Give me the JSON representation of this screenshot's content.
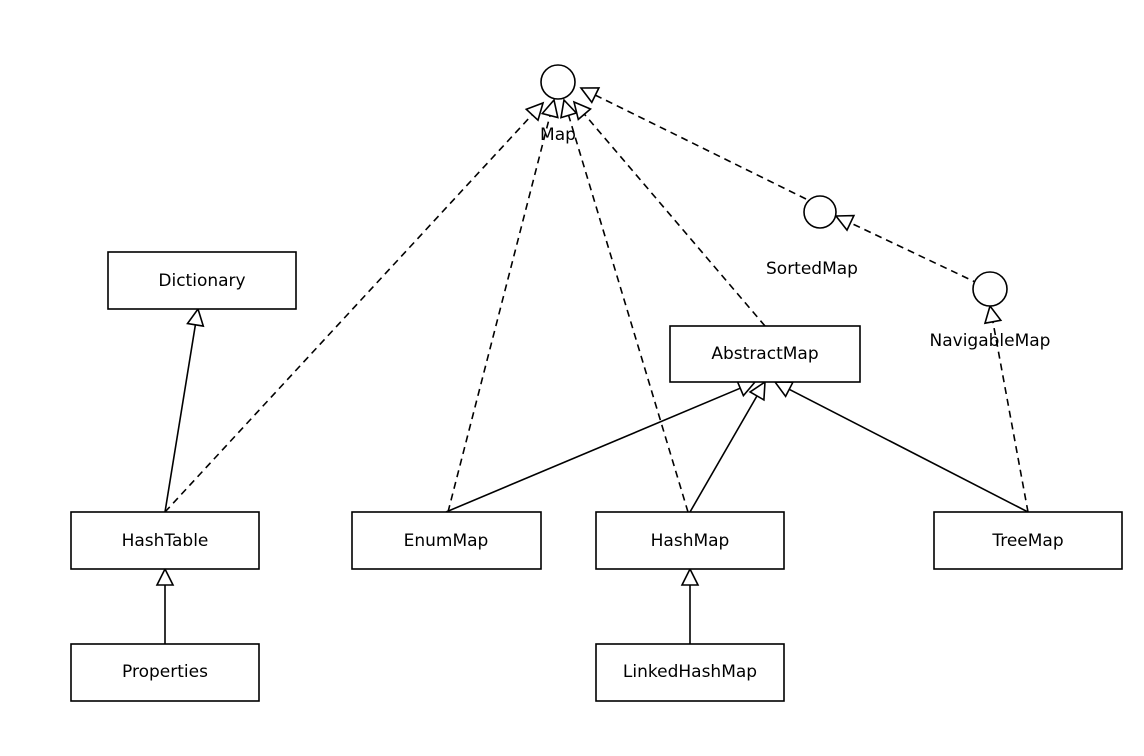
{
  "diagram": {
    "type": "uml-class-diagram",
    "interfaces": [
      {
        "id": "map",
        "name": "Map"
      },
      {
        "id": "sortedmap",
        "name": "SortedMap"
      },
      {
        "id": "navigablemap",
        "name": "NavigableMap"
      }
    ],
    "classes": [
      {
        "id": "dictionary",
        "name": "Dictionary"
      },
      {
        "id": "abstractmap",
        "name": "AbstractMap"
      },
      {
        "id": "hashtable",
        "name": "HashTable"
      },
      {
        "id": "enummap",
        "name": "EnumMap"
      },
      {
        "id": "hashmap",
        "name": "HashMap"
      },
      {
        "id": "treemap",
        "name": "TreeMap"
      },
      {
        "id": "properties",
        "name": "Properties"
      },
      {
        "id": "linkedhashmap",
        "name": "LinkedHashMap"
      }
    ],
    "relations": [
      {
        "from": "hashtable",
        "to": "dictionary",
        "kind": "generalization"
      },
      {
        "from": "properties",
        "to": "hashtable",
        "kind": "generalization"
      },
      {
        "from": "linkedhashmap",
        "to": "hashmap",
        "kind": "generalization"
      },
      {
        "from": "enummap",
        "to": "abstractmap",
        "kind": "generalization"
      },
      {
        "from": "hashmap",
        "to": "abstractmap",
        "kind": "generalization"
      },
      {
        "from": "treemap",
        "to": "abstractmap",
        "kind": "generalization"
      },
      {
        "from": "hashtable",
        "to": "map",
        "kind": "realization"
      },
      {
        "from": "enummap",
        "to": "map",
        "kind": "realization"
      },
      {
        "from": "hashmap",
        "to": "map",
        "kind": "realization"
      },
      {
        "from": "abstractmap",
        "to": "map",
        "kind": "realization"
      },
      {
        "from": "sortedmap",
        "to": "map",
        "kind": "realization"
      },
      {
        "from": "navigablemap",
        "to": "sortedmap",
        "kind": "realization"
      },
      {
        "from": "treemap",
        "to": "navigablemap",
        "kind": "realization"
      }
    ]
  }
}
